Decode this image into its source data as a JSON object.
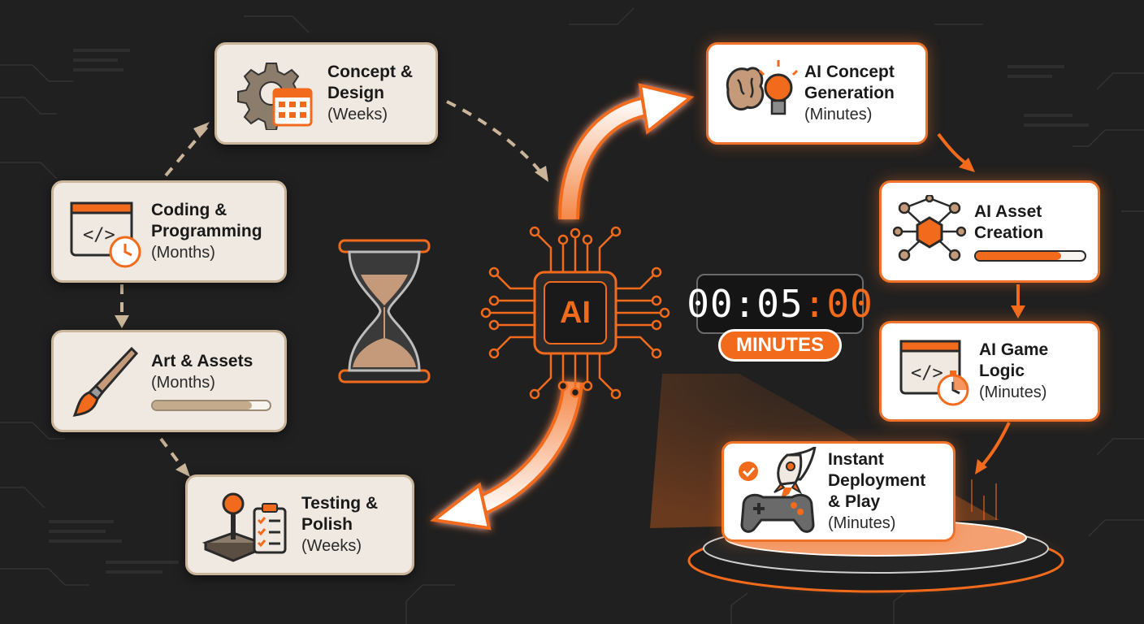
{
  "traditional_steps": [
    {
      "title": "Concept &\nDesign",
      "duration": "(Weeks)",
      "icon": "gear-calendar-icon"
    },
    {
      "title": "Coding &\nProgramming",
      "duration": "(Months)",
      "icon": "code-window-clock-icon"
    },
    {
      "title": "Art & Assets",
      "duration": "(Months)",
      "icon": "paintbrush-icon",
      "progress": 0.85
    },
    {
      "title": "Testing &\nPolish",
      "duration": "(Weeks)",
      "icon": "joystick-checklist-icon"
    }
  ],
  "ai_steps": [
    {
      "title": "AI Concept\nGeneration",
      "duration": "(Minutes)",
      "icon": "brain-lightbulb-icon"
    },
    {
      "title": "AI Asset\nCreation",
      "duration": "",
      "icon": "network-node-icon",
      "progress": 0.78
    },
    {
      "title": "AI Game\nLogic",
      "duration": "(Minutes)",
      "icon": "code-window-stopwatch-icon"
    },
    {
      "title": "Instant\nDeployment\n& Play",
      "duration": "(Minutes)",
      "icon": "rocket-gamepad-icon"
    }
  ],
  "chip": {
    "label": "AI"
  },
  "timer": {
    "hours_minutes": "00:05",
    "separator": ":",
    "seconds": "00",
    "unit_badge": "MINUTES"
  },
  "colors": {
    "background": "#202020",
    "accent": "#f26a1b",
    "trad_card": "#efe9e1",
    "trad_border": "#cbb59a",
    "ai_border": "#f07128"
  }
}
